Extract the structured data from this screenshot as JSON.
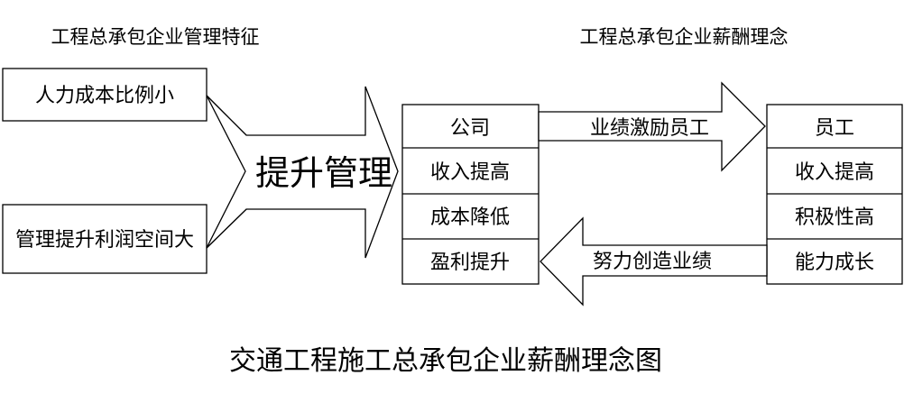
{
  "left_heading": "工程总承包企业管理特征",
  "right_heading": "工程总承包企业薪酬理念",
  "left_features": [
    "人力成本比例小",
    "管理提升利润空间大"
  ],
  "big_arrow_label": "提升管理",
  "company": {
    "header": "公司",
    "items": [
      "收入提高",
      "成本降低",
      "盈利提升"
    ]
  },
  "employee": {
    "header": "员工",
    "items": [
      "收入提高",
      "积极性高",
      "能力成长"
    ]
  },
  "arrow_to_employee": "业绩激励员工",
  "arrow_to_company": "努力创造业绩",
  "caption": "交通工程施工总承包企业薪酬理念图"
}
